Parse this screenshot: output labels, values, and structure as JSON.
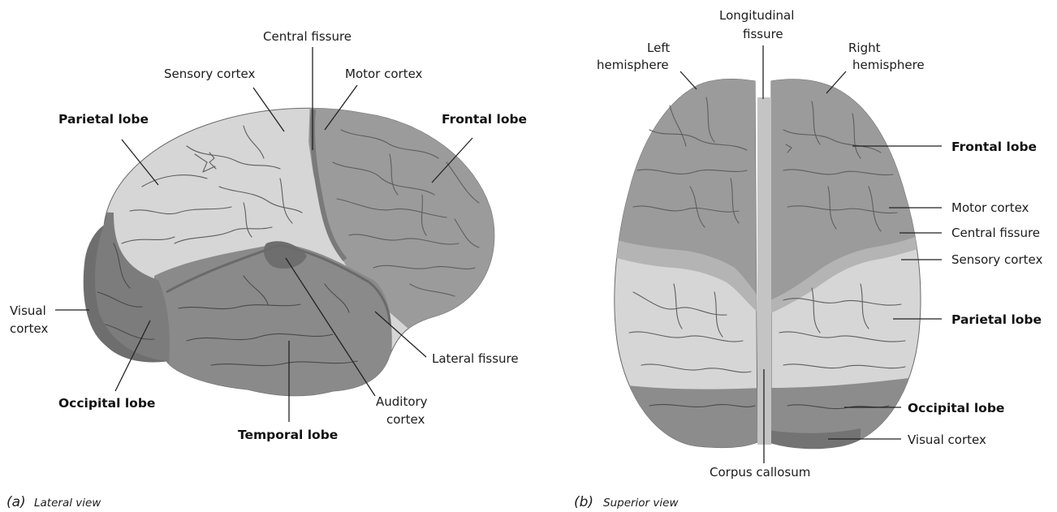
{
  "colors": {
    "background": "#ffffff",
    "parietal_region": "#d6d6d6",
    "frontal_region": "#9b9b9b",
    "temporal_region": "#8a8a8a",
    "occipital_region": "#7c7c7c",
    "edge_dark": "#6e6e6e",
    "leader_line": "#222222",
    "label_text": "#1c1c1c"
  },
  "lateral": {
    "caption_letter": "(a)",
    "caption_text": "Lateral view",
    "labels": {
      "central_fissure": "Central fissure",
      "sensory_cortex": "Sensory cortex",
      "motor_cortex": "Motor cortex",
      "parietal_lobe": "Parietal lobe",
      "frontal_lobe": "Frontal lobe",
      "visual_cortex_line1": "Visual",
      "visual_cortex_line2": "cortex",
      "occipital_lobe": "Occipital lobe",
      "temporal_lobe": "Temporal lobe",
      "lateral_fissure": "Lateral fissure",
      "auditory_cortex_line1": "Auditory",
      "auditory_cortex_line2": "cortex"
    }
  },
  "superior": {
    "caption_letter": "(b)",
    "caption_text": "Superior view",
    "labels": {
      "longitudinal_fissure_line1": "Longitudinal",
      "longitudinal_fissure_line2": "fissure",
      "left_hemisphere_line1": "Left",
      "left_hemisphere_line2": "hemisphere",
      "right_hemisphere_line1": "Right",
      "right_hemisphere_line2": "hemisphere",
      "frontal_lobe": "Frontal lobe",
      "motor_cortex": "Motor cortex",
      "central_fissure": "Central fissure",
      "sensory_cortex": "Sensory cortex",
      "parietal_lobe": "Parietal lobe",
      "occipital_lobe": "Occipital lobe",
      "visual_cortex": "Visual cortex",
      "corpus_callosum": "Corpus callosum"
    }
  }
}
